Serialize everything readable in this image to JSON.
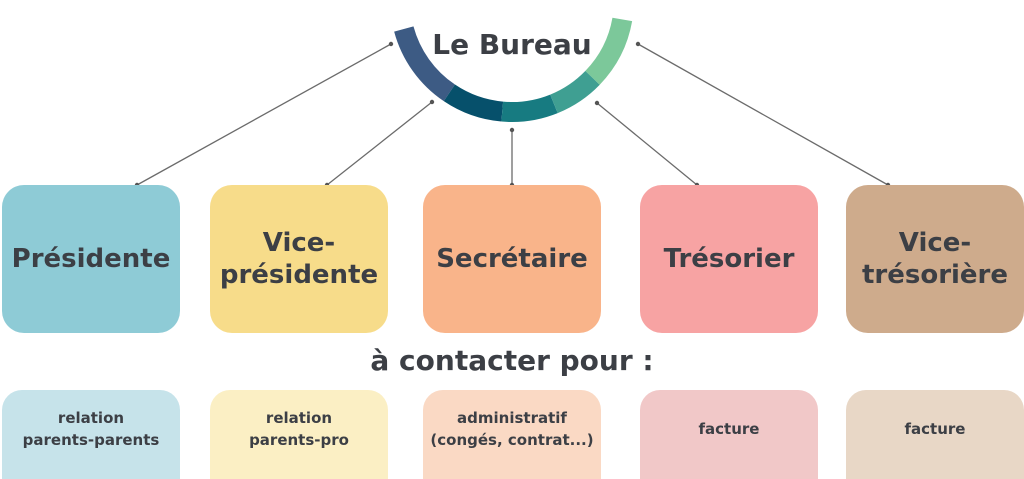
{
  "center": {
    "label": "Le Bureau"
  },
  "ring_colors": [
    "#3d5b84",
    "#06506b",
    "#177b81",
    "#3f9f92",
    "#7cc89a"
  ],
  "line_color": "#6b6b6b",
  "roles": [
    {
      "label": "Présidente",
      "color": "#8ecbd6"
    },
    {
      "label": "Vice-\nprésidente",
      "color": "#f7dc8a"
    },
    {
      "label": "Secrétaire",
      "color": "#f9b48a"
    },
    {
      "label": "Trésorier",
      "color": "#f7a3a3"
    },
    {
      "label": "Vice-\ntrésorière",
      "color": "#ceab8c"
    }
  ],
  "contact_heading": "à contacter pour :",
  "contacts": [
    {
      "label": "relation\nparents-parents",
      "color": "#c6e3ea"
    },
    {
      "label": "relation\nparents-pro",
      "color": "#fbefc4"
    },
    {
      "label": "administratif\n(congés, contrat...)",
      "color": "#fad9c4"
    },
    {
      "label": "facture",
      "color": "#f1c8c8"
    },
    {
      "label": "facture",
      "color": "#e8d7c6"
    }
  ]
}
